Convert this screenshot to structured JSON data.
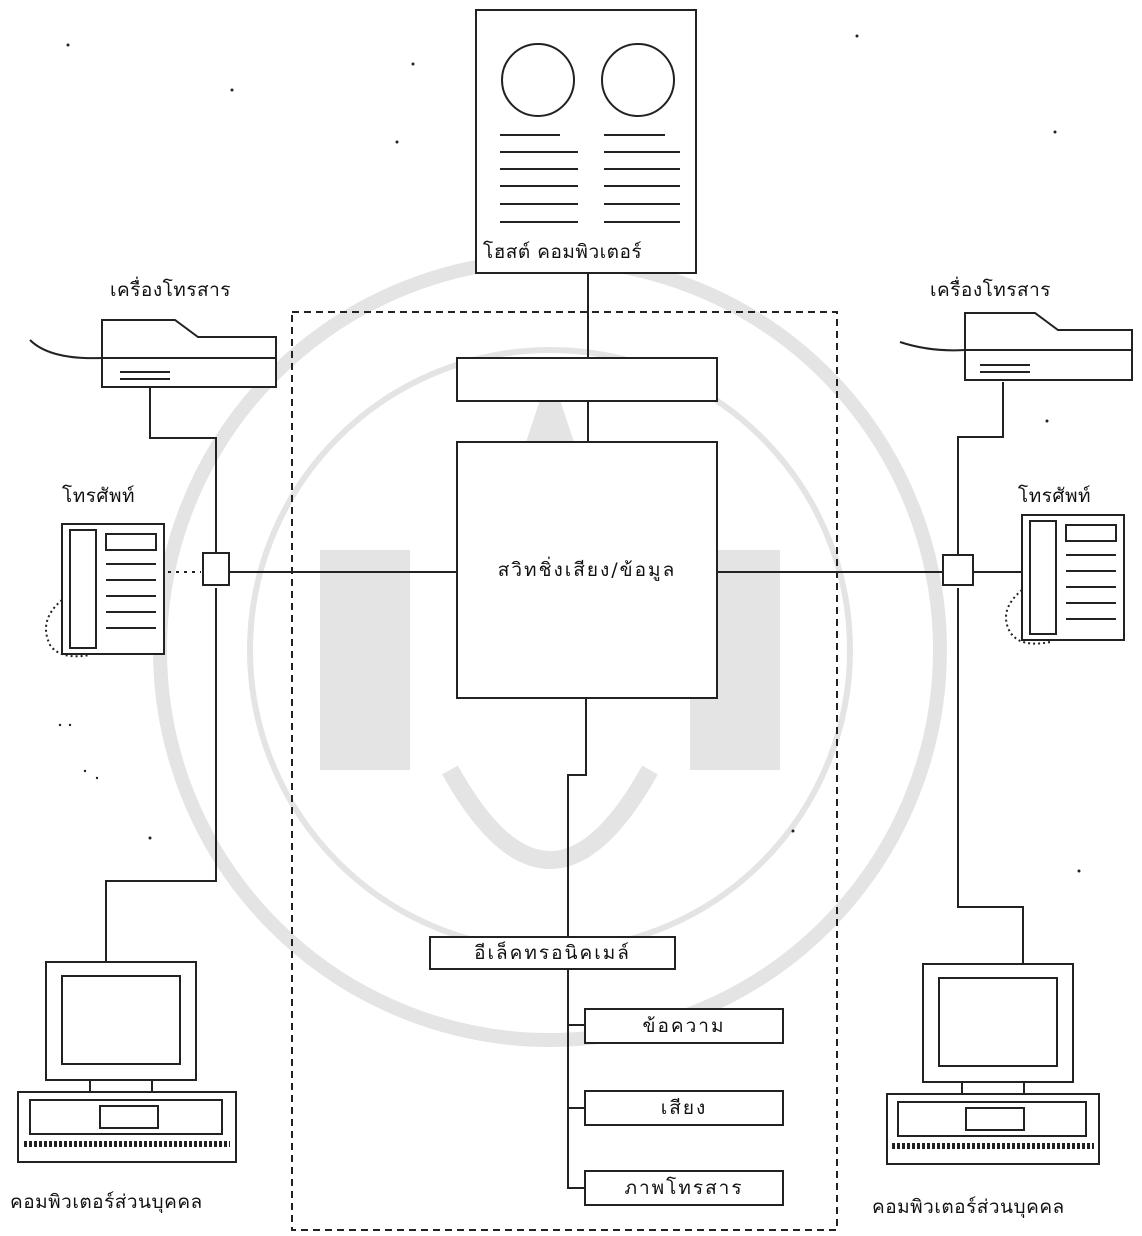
{
  "host": {
    "label": "โฮสต์ คอมพิวเตอร์"
  },
  "switching": {
    "label": "สวิทชิ่งเสียง/ข้อมูล"
  },
  "email": {
    "label": "อีเล็คทรอนิคเมล์",
    "items": [
      "ข้อความ",
      "เสียง",
      "ภาพโทรสาร"
    ]
  },
  "left": {
    "fax_label": "เครื่องโทรสาร",
    "phone_label": "โทรศัพท์",
    "pc_label": "คอมพิวเตอร์ส่วนบุคคล"
  },
  "right": {
    "fax_label": "เครื่องโทรสาร",
    "phone_label": "โทรศัพท์",
    "pc_label": "คอมพิวเตอร์ส่วนบุคคล"
  }
}
